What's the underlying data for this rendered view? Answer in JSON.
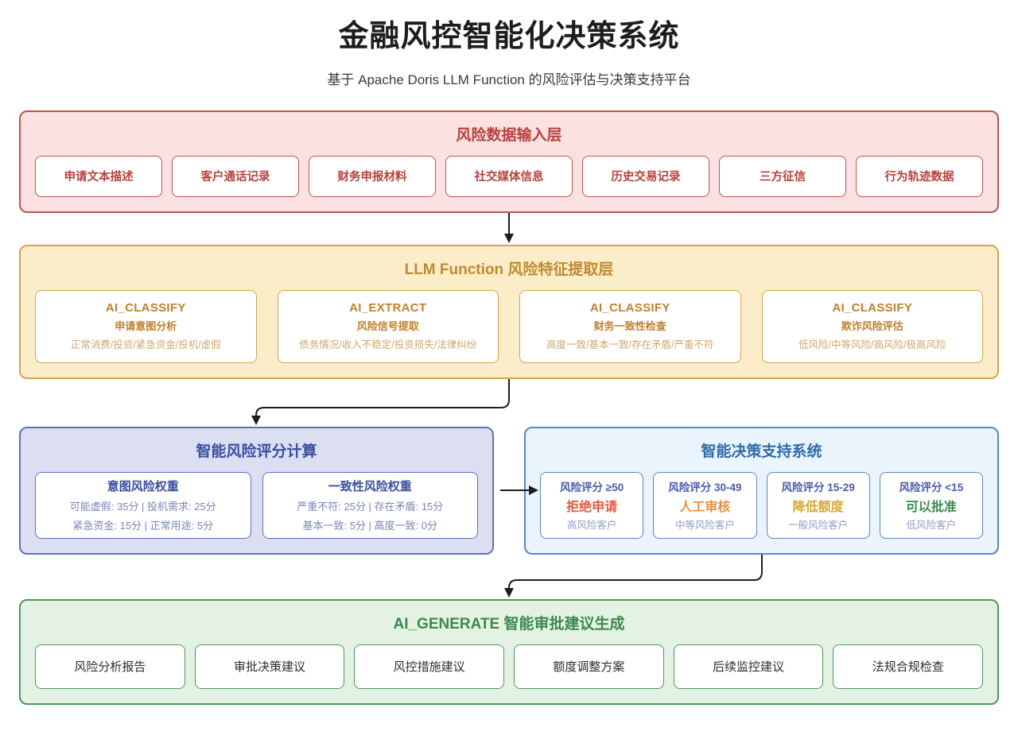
{
  "header": {
    "title": "金融风控智能化决策系统",
    "subtitle": "基于 Apache Doris LLM Function 的风险评估与决策支持平台"
  },
  "colors": {
    "input_accent": "#b8403c",
    "llm_accent": "#c08a2e",
    "score_accent": "#3a4da0",
    "decide_accent": "#2f6aad",
    "generate_accent": "#3a8a4a",
    "reject": "#e8563f",
    "manual": "#e8913f",
    "reduce": "#d4a933",
    "approve": "#3a8a4a"
  },
  "input_layer": {
    "title": "风险数据输入层",
    "items": [
      {
        "label": "申请文本描述"
      },
      {
        "label": "客户通话记录"
      },
      {
        "label": "财务申报材料"
      },
      {
        "label": "社交媒体信息"
      },
      {
        "label": "历史交易记录"
      },
      {
        "label": "三方征信"
      },
      {
        "label": "行为轨迹数据"
      }
    ]
  },
  "llm_layer": {
    "title": "LLM Function 风险特征提取层",
    "items": [
      {
        "fn": "AI_CLASSIFY",
        "desc": "申请意图分析",
        "opts": "正常消费/投资/紧急资金/投机/虚假"
      },
      {
        "fn": "AI_EXTRACT",
        "desc": "风险信号提取",
        "opts": "债务情况/收入不稳定/投资损失/法律纠纷"
      },
      {
        "fn": "AI_CLASSIFY",
        "desc": "财务一致性检查",
        "opts": "高度一致/基本一致/存在矛盾/严重不符"
      },
      {
        "fn": "AI_CLASSIFY",
        "desc": "欺诈风险评估",
        "opts": "低风险/中等风险/高风险/极高风险"
      }
    ]
  },
  "score_layer": {
    "title": "智能风险评分计算",
    "items": [
      {
        "title": "意图风险权重",
        "line1": "可能虚假: 35分 | 投机需求: 25分",
        "line2": "紧急资金: 15分 | 正常用途: 5分"
      },
      {
        "title": "一致性风险权重",
        "line1": "严重不符: 25分 | 存在矛盾: 15分",
        "line2": "基本一致: 5分 | 高度一致: 0分"
      }
    ]
  },
  "decide_layer": {
    "title": "智能决策支持系统",
    "items": [
      {
        "score": "风险评分 ≥50",
        "action": "拒绝申请",
        "sub": "高风险客户",
        "color": "#e8563f"
      },
      {
        "score": "风险评分 30-49",
        "action": "人工审核",
        "sub": "中等风险客户",
        "color": "#e8913f"
      },
      {
        "score": "风险评分 15-29",
        "action": "降低额度",
        "sub": "一般风险客户",
        "color": "#d4a933"
      },
      {
        "score": "风险评分 <15",
        "action": "可以批准",
        "sub": "低风险客户",
        "color": "#3a8a4a"
      }
    ]
  },
  "generate_layer": {
    "title": "AI_GENERATE 智能审批建议生成",
    "items": [
      {
        "label": "风险分析报告"
      },
      {
        "label": "审批决策建议"
      },
      {
        "label": "风控措施建议"
      },
      {
        "label": "额度调整方案"
      },
      {
        "label": "后续监控建议"
      },
      {
        "label": "法规合规检查"
      }
    ]
  },
  "connectors": {
    "input_to_llm": "arrow-down",
    "llm_to_score": "elbow-down-left-arrow",
    "score_to_decide": "arrow-right",
    "decide_to_generate": "elbow-down-left-arrow"
  }
}
